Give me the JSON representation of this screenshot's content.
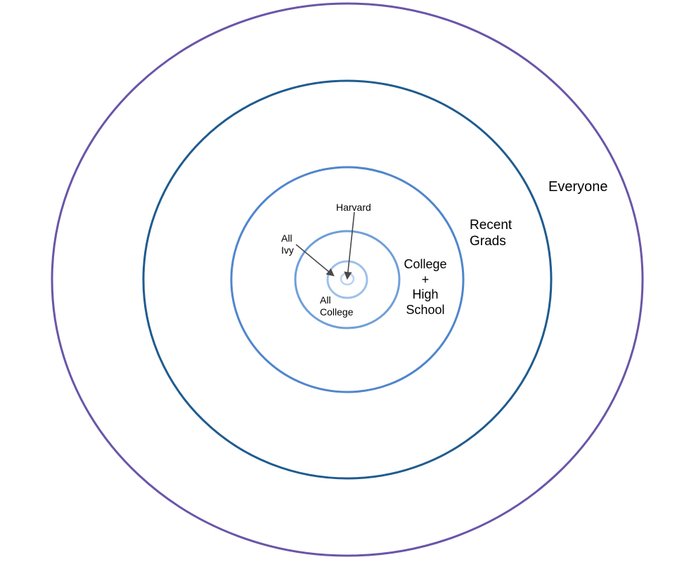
{
  "diagram": {
    "rings": [
      {
        "id": "everyone",
        "label": "Everyone",
        "color": "#6a55a8"
      },
      {
        "id": "recent-grads",
        "label": "Recent\nGrads",
        "color": "#1f5b8e"
      },
      {
        "id": "college-high-school",
        "label": "College\n+\nHigh\nSchool",
        "color": "#4f86cc"
      },
      {
        "id": "all-college",
        "label": "All\nCollege",
        "color": "#6f9fd8"
      },
      {
        "id": "all-ivy",
        "label": "All\nIvy",
        "color": "#9dc0ea"
      },
      {
        "id": "harvard",
        "label": "Harvard",
        "color": "#b8d3f2"
      }
    ],
    "arrow_color": "#4a4a4a"
  }
}
